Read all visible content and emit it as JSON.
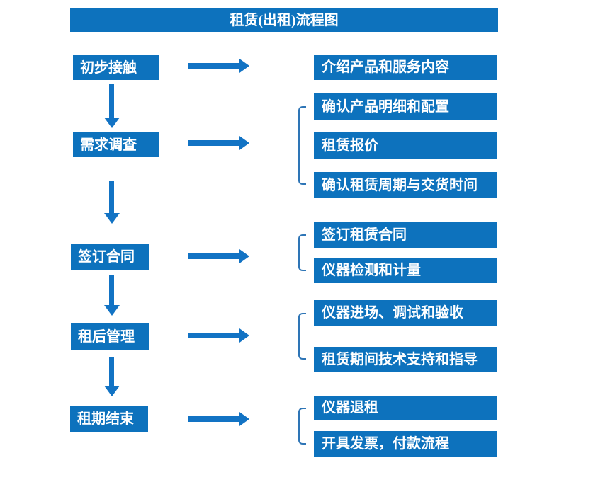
{
  "title": "租赁(出租)流程图",
  "colors": {
    "box_blue": "#0d72bd",
    "arrow_blue": "#1273c4",
    "bracket_blue": "#2e75b6",
    "text_white": "#ffffff"
  },
  "steps": [
    {
      "label": "初步接触",
      "outputs": [
        "介绍产品和服务内容"
      ]
    },
    {
      "label": "需求调查",
      "outputs": [
        "确认产品明细和配置",
        "租赁报价",
        "确认租赁周期与交货时间"
      ]
    },
    {
      "label": "签订合同",
      "outputs": [
        "签订租赁合同",
        "仪器检测和计量"
      ]
    },
    {
      "label": "租后管理",
      "outputs": [
        "仪器进场、调试和验收",
        "租赁期间技术支持和指导"
      ]
    },
    {
      "label": "租期结束",
      "outputs": [
        "仪器退租",
        "开具发票，付款流程"
      ]
    }
  ]
}
